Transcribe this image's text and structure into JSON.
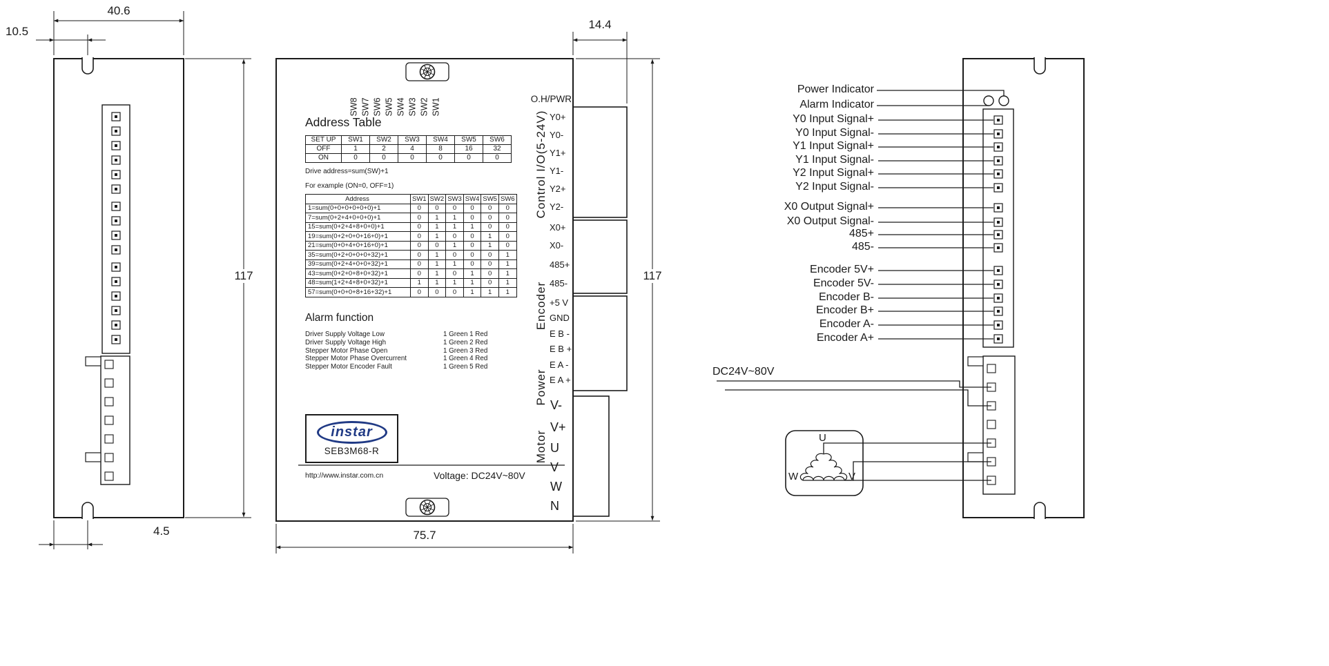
{
  "dims": {
    "top_width": "40.6",
    "notch_offset": "10.5",
    "left_height": "117",
    "bottom_offset": "4.5",
    "connector_depth": "14.4",
    "mid_height": "117",
    "mid_width": "75.7"
  },
  "panel": {
    "oh_pwr": "O.H/PWR",
    "dip_labels": [
      "SW8",
      "SW7",
      "SW6",
      "SW5",
      "SW4",
      "SW3",
      "SW2",
      "SW1"
    ],
    "address_table_title": "Address Table",
    "setup_table": {
      "rows": [
        [
          "SET UP",
          "SW1",
          "SW2",
          "SW3",
          "SW4",
          "SW5",
          "SW6"
        ],
        [
          "OFF",
          "1",
          "2",
          "4",
          "8",
          "16",
          "32"
        ],
        [
          "ON",
          "0",
          "0",
          "0",
          "0",
          "0",
          "0"
        ]
      ]
    },
    "drive_address_note": "Drive address=sum(SW)+1",
    "example_note": "For example (ON=0, OFF=1)",
    "address_table": {
      "rows": [
        [
          "Address",
          "SW1",
          "SW2",
          "SW3",
          "SW4",
          "SW5",
          "SW6"
        ],
        [
          "1=sum(0+0+0+0+0+0)+1",
          "0",
          "0",
          "0",
          "0",
          "0",
          "0"
        ],
        [
          "7=sum(0+2+4+0+0+0)+1",
          "0",
          "1",
          "1",
          "0",
          "0",
          "0"
        ],
        [
          "15=sum(0+2+4+8+0+0)+1",
          "0",
          "1",
          "1",
          "1",
          "0",
          "0"
        ],
        [
          "19=sum(0+2+0+0+16+0)+1",
          "0",
          "1",
          "0",
          "0",
          "1",
          "0"
        ],
        [
          "21=sum(0+0+4+0+16+0)+1",
          "0",
          "0",
          "1",
          "0",
          "1",
          "0"
        ],
        [
          "35=sum(0+2+0+0+0+32)+1",
          "0",
          "1",
          "0",
          "0",
          "0",
          "1"
        ],
        [
          "39=sum(0+2+4+0+0+32)+1",
          "0",
          "1",
          "1",
          "0",
          "0",
          "1"
        ],
        [
          "43=sum(0+2+0+8+0+32)+1",
          "0",
          "1",
          "0",
          "1",
          "0",
          "1"
        ],
        [
          "48=sum(1+2+4+8+0+32)+1",
          "1",
          "1",
          "1",
          "1",
          "0",
          "1"
        ],
        [
          "57=sum(0+0+0+8+16+32)+1",
          "0",
          "0",
          "0",
          "1",
          "1",
          "1"
        ]
      ]
    },
    "alarm_title": "Alarm function",
    "alarms": [
      {
        "name": "Driver Supply Voltage Low",
        "code": "1 Green 1 Red"
      },
      {
        "name": "Driver Supply Voltage High",
        "code": "1 Green 2 Red"
      },
      {
        "name": "Stepper Motor Phase Open",
        "code": "1 Green 3 Red"
      },
      {
        "name": "Stepper Motor Phase Overcurrent",
        "code": "1 Green 4 Red"
      },
      {
        "name": "Stepper Motor Encoder Fault",
        "code": "1 Green 5 Red"
      }
    ],
    "logo_text": "instar",
    "model": "SEB3M68-R",
    "website": "http://www.instar.com.cn",
    "voltage": "Voltage: DC24V~80V",
    "group_labels": {
      "control_io": "Control I/O(5-24V)",
      "encoder": "Encoder",
      "power": "Power",
      "motor": "Motor"
    },
    "terminals": [
      "Y0+",
      "Y0-",
      "Y1+",
      "Y1-",
      "Y2+",
      "Y2-",
      "X0+",
      "X0-",
      "485+",
      "485-",
      "+5 V",
      "GND",
      "E B -",
      "E B +",
      "E A -",
      "E A +",
      "V-",
      "V+",
      "U",
      "V",
      "W",
      "N"
    ]
  },
  "wiring": {
    "labels": [
      "Power Indicator",
      "Alarm Indicator",
      "Y0 Input Signal+",
      "Y0 Input Signal-",
      "Y1 Input Signal+",
      "Y1 Input Signal-",
      "Y2 Input Signal+",
      "Y2 Input Signal-",
      "X0 Output Signal+",
      "X0 Output Signal-",
      "485+",
      "485-",
      "Encoder 5V+",
      "Encoder 5V-",
      "Encoder B-",
      "Encoder B+",
      "Encoder A-",
      "Encoder A+"
    ],
    "dc_supply": "DC24V~80V",
    "motor": {
      "u": "U",
      "v": "V",
      "w": "W"
    }
  },
  "colors": {
    "line": "#1a1a1a",
    "logo_blue": "#203a85"
  }
}
